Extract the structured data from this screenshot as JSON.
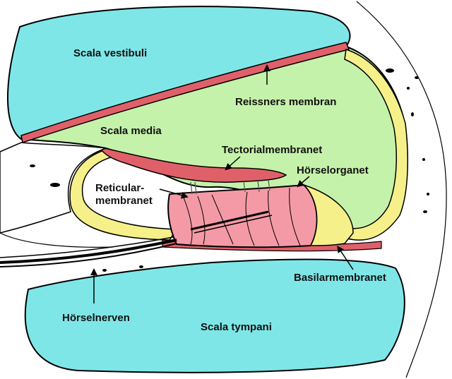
{
  "colors": {
    "scala_fluid": "#7fe6e8",
    "scala_media": "#c5f2aa",
    "membrane": "#e0606a",
    "organ": "#f49aa6",
    "cells": "#f5f08a",
    "outline": "#000000"
  },
  "labels": {
    "scala_vestibuli": "Scala vestibuli",
    "reissners_membran": "Reissners membran",
    "scala_media": "Scala media",
    "tectorialmembranet": "Tectorialmembranet",
    "horselorganet": "Hörselorganet",
    "reticularmembranet_line1": "Reticular-",
    "reticularmembranet_line2": "membranet",
    "basilarmembranet": "Basilarmembranet",
    "horselnerven": "Hörselnerven",
    "scala_tympani": "Scala tympani"
  }
}
